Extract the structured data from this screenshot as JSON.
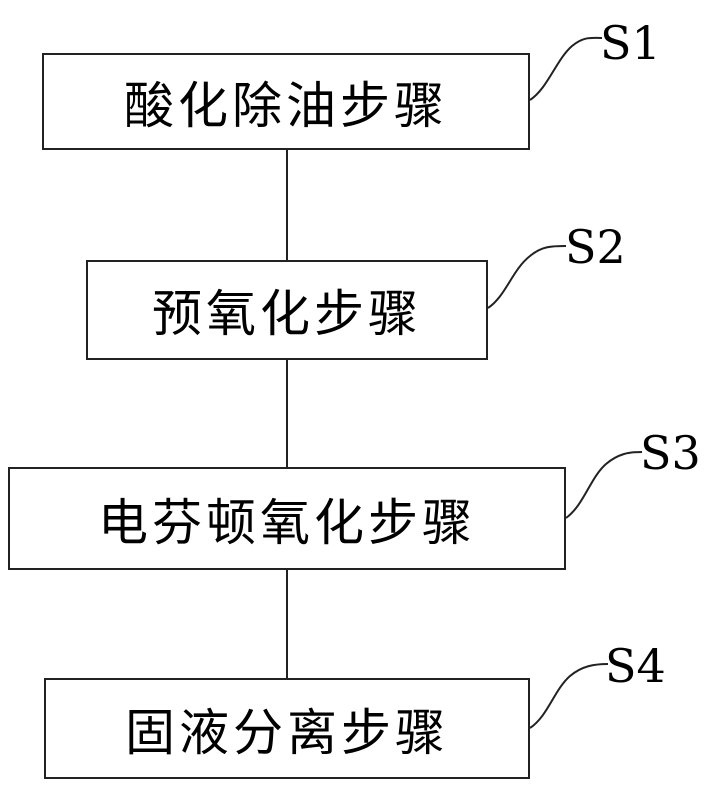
{
  "diagram": {
    "steps": [
      {
        "id": "S1",
        "text": "酸化除油步骤"
      },
      {
        "id": "S2",
        "text": "预氧化步骤"
      },
      {
        "id": "S3",
        "text": "电芬顿氧化步骤"
      },
      {
        "id": "S4",
        "text": "固液分离步骤"
      }
    ]
  }
}
